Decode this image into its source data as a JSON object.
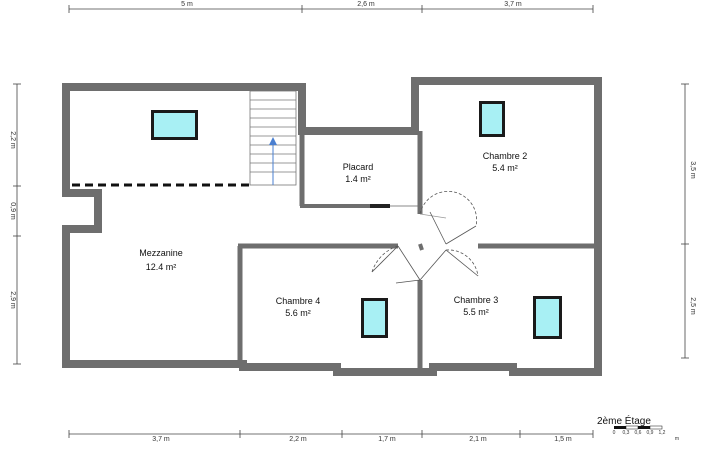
{
  "floor_label": "2ème Étage",
  "rooms": [
    {
      "key": "mezzanine",
      "name": "Mezzanine",
      "area": "12.4 m²"
    },
    {
      "key": "placard",
      "name": "Placard",
      "area": "1.4 m²"
    },
    {
      "key": "chambre2",
      "name": "Chambre 2",
      "area": "5.4 m²"
    },
    {
      "key": "chambre4",
      "name": "Chambre 4",
      "area": "5.6 m²"
    },
    {
      "key": "chambre3",
      "name": "Chambre 3",
      "area": "5.5 m²"
    }
  ],
  "dimensions": {
    "top": [
      "5 m",
      "2,6 m",
      "3,7 m"
    ],
    "bottom": [
      "3,7 m",
      "2,2 m",
      "1,7 m",
      "2,1 m",
      "1,5 m"
    ],
    "left": [
      "2,2 m",
      "0,9 m",
      "2,9 m"
    ],
    "right": [
      "3,5 m",
      "2,5 m"
    ]
  },
  "scale": {
    "ticks": [
      "0",
      "0,3",
      "0,6",
      "0,9",
      "1,2"
    ],
    "unit": "m"
  },
  "colors": {
    "wall": "#6e6e6e",
    "window": "#a8f0f4"
  }
}
